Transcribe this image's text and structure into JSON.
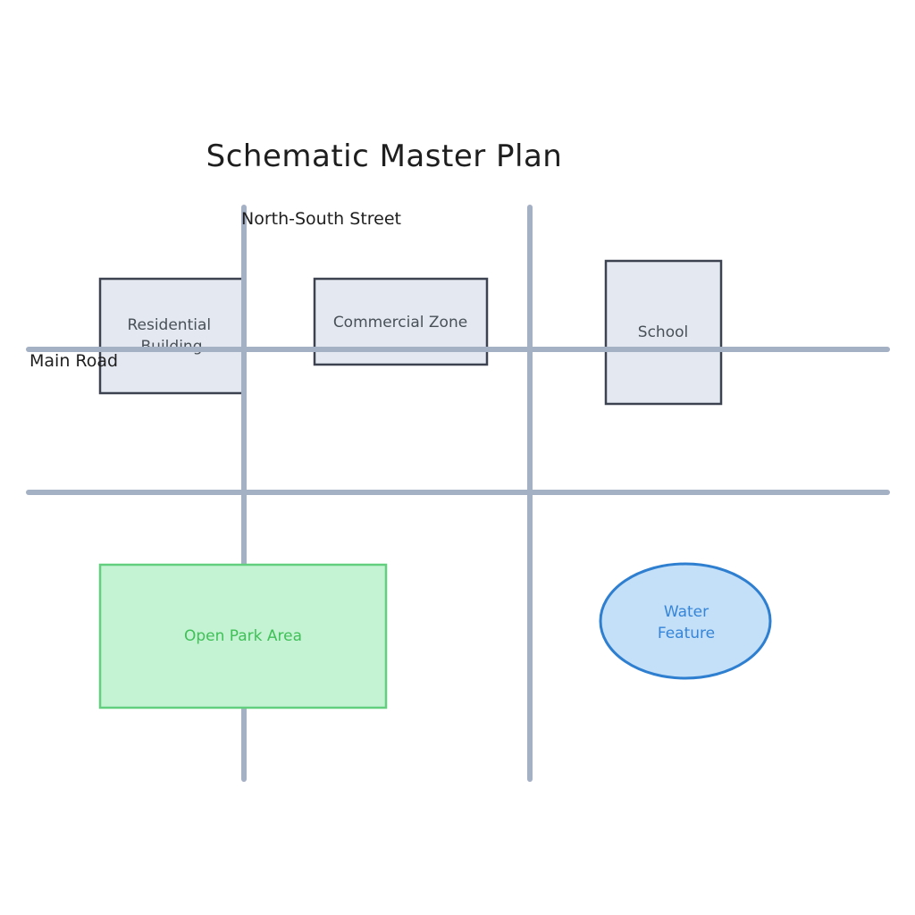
{
  "title": "Schematic Master Plan",
  "roads": {
    "main_road_label": "Main Road",
    "ns_street_label": "North-South Street"
  },
  "zones": {
    "residential": "Residential Building",
    "commercial": "Commercial Zone",
    "school": "School",
    "park": "Open Park Area",
    "water_line1": "Water",
    "water_line2": "Feature"
  },
  "colors": {
    "road": "#a4b0c4",
    "building_fill": "#e4e9f1",
    "building_stroke": "#3d4250",
    "park_fill": "#c3f3d3",
    "park_stroke": "#62cf7e",
    "water_fill": "#c4dff8",
    "water_stroke": "#2f7fd0"
  }
}
